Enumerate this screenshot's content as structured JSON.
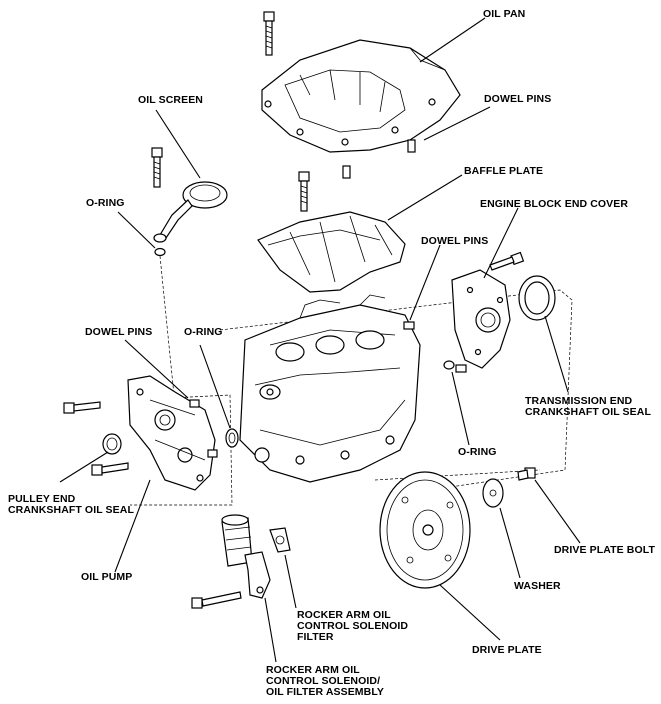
{
  "labels": {
    "oil_pan": "OIL PAN",
    "dowel_pins_top": "DOWEL PINS",
    "oil_screen": "OIL SCREEN",
    "baffle_plate": "BAFFLE PLATE",
    "o_ring_left": "O-RING",
    "engine_block_end_cover": "ENGINE BLOCK END COVER",
    "dowel_pins_right": "DOWEL PINS",
    "dowel_pins_left": "DOWEL PINS",
    "o_ring_center": "O-RING",
    "transmission_seal_1": "TRANSMISSION END",
    "transmission_seal_2": "CRANKSHAFT OIL SEAL",
    "o_ring_right": "O-RING",
    "pulley_seal_1": "PULLEY END",
    "pulley_seal_2": "CRANKSHAFT OIL SEAL",
    "oil_pump": "OIL PUMP",
    "drive_plate_bolt": "DRIVE PLATE BOLT",
    "washer": "WASHER",
    "solenoid_filter_1": "ROCKER ARM OIL",
    "solenoid_filter_2": "CONTROL SOLENOID",
    "solenoid_filter_3": "FILTER",
    "drive_plate": "DRIVE PLATE",
    "solenoid_assembly_1": "ROCKER ARM OIL",
    "solenoid_assembly_2": "CONTROL SOLENOID/",
    "solenoid_assembly_3": "OIL FILTER ASSEMBLY"
  }
}
